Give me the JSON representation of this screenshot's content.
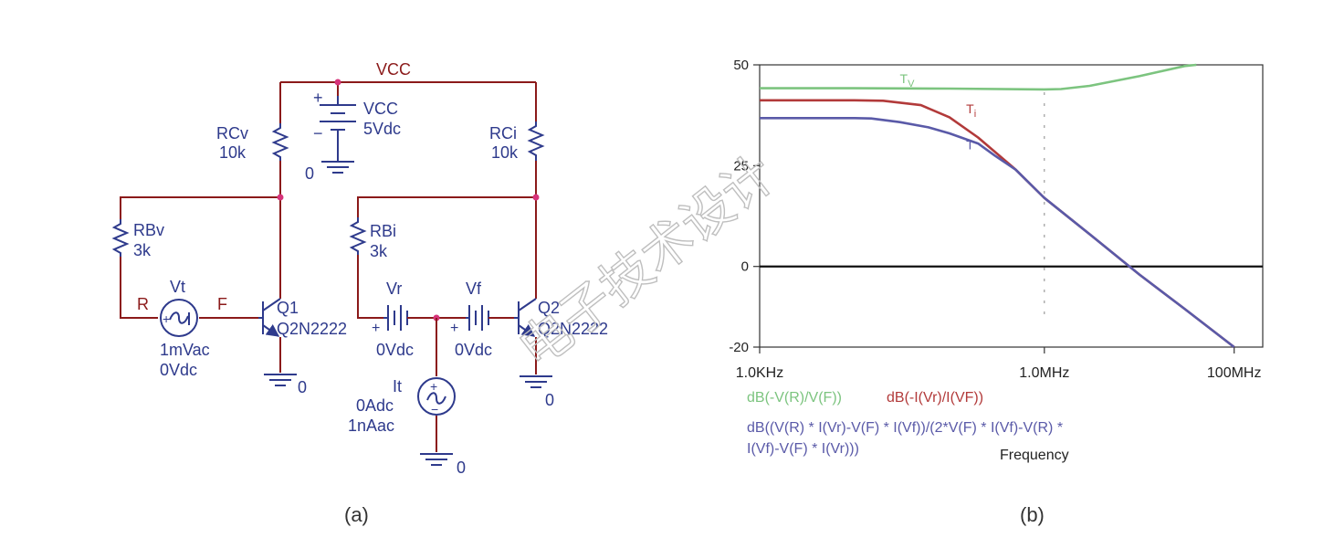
{
  "captions": {
    "a": "(a)",
    "b": "(b)"
  },
  "watermark": "电子技术设计",
  "circuit": {
    "net_vcc": "VCC",
    "supply": {
      "name": "VCC",
      "value": "5Vdc",
      "plus": "+",
      "minus": "−"
    },
    "ground": "0",
    "rcv": {
      "name": "RCv",
      "value": "10k"
    },
    "rci": {
      "name": "RCi",
      "value": "10k"
    },
    "rbv": {
      "name": "RBv",
      "value": "3k"
    },
    "rbi": {
      "name": "RBi",
      "value": "3k"
    },
    "vt": {
      "name": "Vt",
      "ac": "1mVac",
      "dc": "0Vdc",
      "node_r": "R",
      "node_f": "F"
    },
    "q1": {
      "name": "Q1",
      "model": "Q2N2222"
    },
    "q2": {
      "name": "Q2",
      "model": "Q2N2222"
    },
    "vr": {
      "name": "Vr",
      "value": "0Vdc"
    },
    "vf": {
      "name": "Vf",
      "value": "0Vdc"
    },
    "it": {
      "name": "It",
      "dc": "0Adc",
      "ac": "1nAac"
    },
    "wire_color": "#8b1a1a",
    "component_color": "#2e3a8c",
    "node_color": "#d6337a"
  },
  "chart_data": {
    "type": "line",
    "xscale": "log",
    "xlim": [
      1000,
      200000000
    ],
    "ylim": [
      -20,
      50
    ],
    "xticks": [
      {
        "value": 1000,
        "label": "1.0KHz"
      },
      {
        "value": 1000000,
        "label": "1.0MHz"
      },
      {
        "value": 100000000,
        "label": "100MHz"
      }
    ],
    "yticks": [
      {
        "value": 50,
        "label": "50"
      },
      {
        "value": 25,
        "label": "25"
      },
      {
        "value": 0,
        "label": "0"
      },
      {
        "value": -20,
        "label": "-20"
      }
    ],
    "xlabel": "Frequency",
    "series": [
      {
        "label": "Tv",
        "color": "#7cc47f",
        "legend": "dB(-V(R)/V(F))",
        "points": [
          [
            1000,
            44.2
          ],
          [
            10000,
            44.2
          ],
          [
            100000,
            44.1
          ],
          [
            1000000,
            43.9
          ],
          [
            1500000,
            44.0
          ],
          [
            3000000,
            44.8
          ],
          [
            10000000,
            47.2
          ],
          [
            30000000,
            49.7
          ],
          [
            40000000,
            50.0
          ]
        ]
      },
      {
        "label": "Ti",
        "color": "#b23a3a",
        "legend": "dB(-I(Vr)/I(VF))",
        "points": [
          [
            1000,
            41.2
          ],
          [
            10000,
            41.2
          ],
          [
            20000,
            41.1
          ],
          [
            50000,
            40.0
          ],
          [
            100000,
            37.0
          ],
          [
            200000,
            32.0
          ],
          [
            500000,
            24.0
          ],
          [
            1000000,
            17.0
          ],
          [
            3000000,
            8.0
          ],
          [
            10000000,
            -2.0
          ],
          [
            30000000,
            -10.5
          ],
          [
            100000000,
            -20.0
          ]
        ]
      },
      {
        "label": "T",
        "color": "#5a5aa8",
        "legend": "dB((V(R) * I(Vr)-V(F) * I(Vf))/(2*V(F) * I(Vf)-V(R) *",
        "legend2": "I(Vf)-V(F) * I(Vr)))",
        "points": [
          [
            1000,
            36.8
          ],
          [
            10000,
            36.8
          ],
          [
            15000,
            36.7
          ],
          [
            30000,
            35.8
          ],
          [
            60000,
            34.5
          ],
          [
            100000,
            33.0
          ],
          [
            200000,
            30.5
          ],
          [
            300000,
            27.5
          ],
          [
            500000,
            24.0
          ],
          [
            1000000,
            17.0
          ],
          [
            3000000,
            8.0
          ],
          [
            10000000,
            -2.0
          ],
          [
            30000000,
            -10.5
          ],
          [
            100000000,
            -20.0
          ]
        ]
      }
    ]
  }
}
